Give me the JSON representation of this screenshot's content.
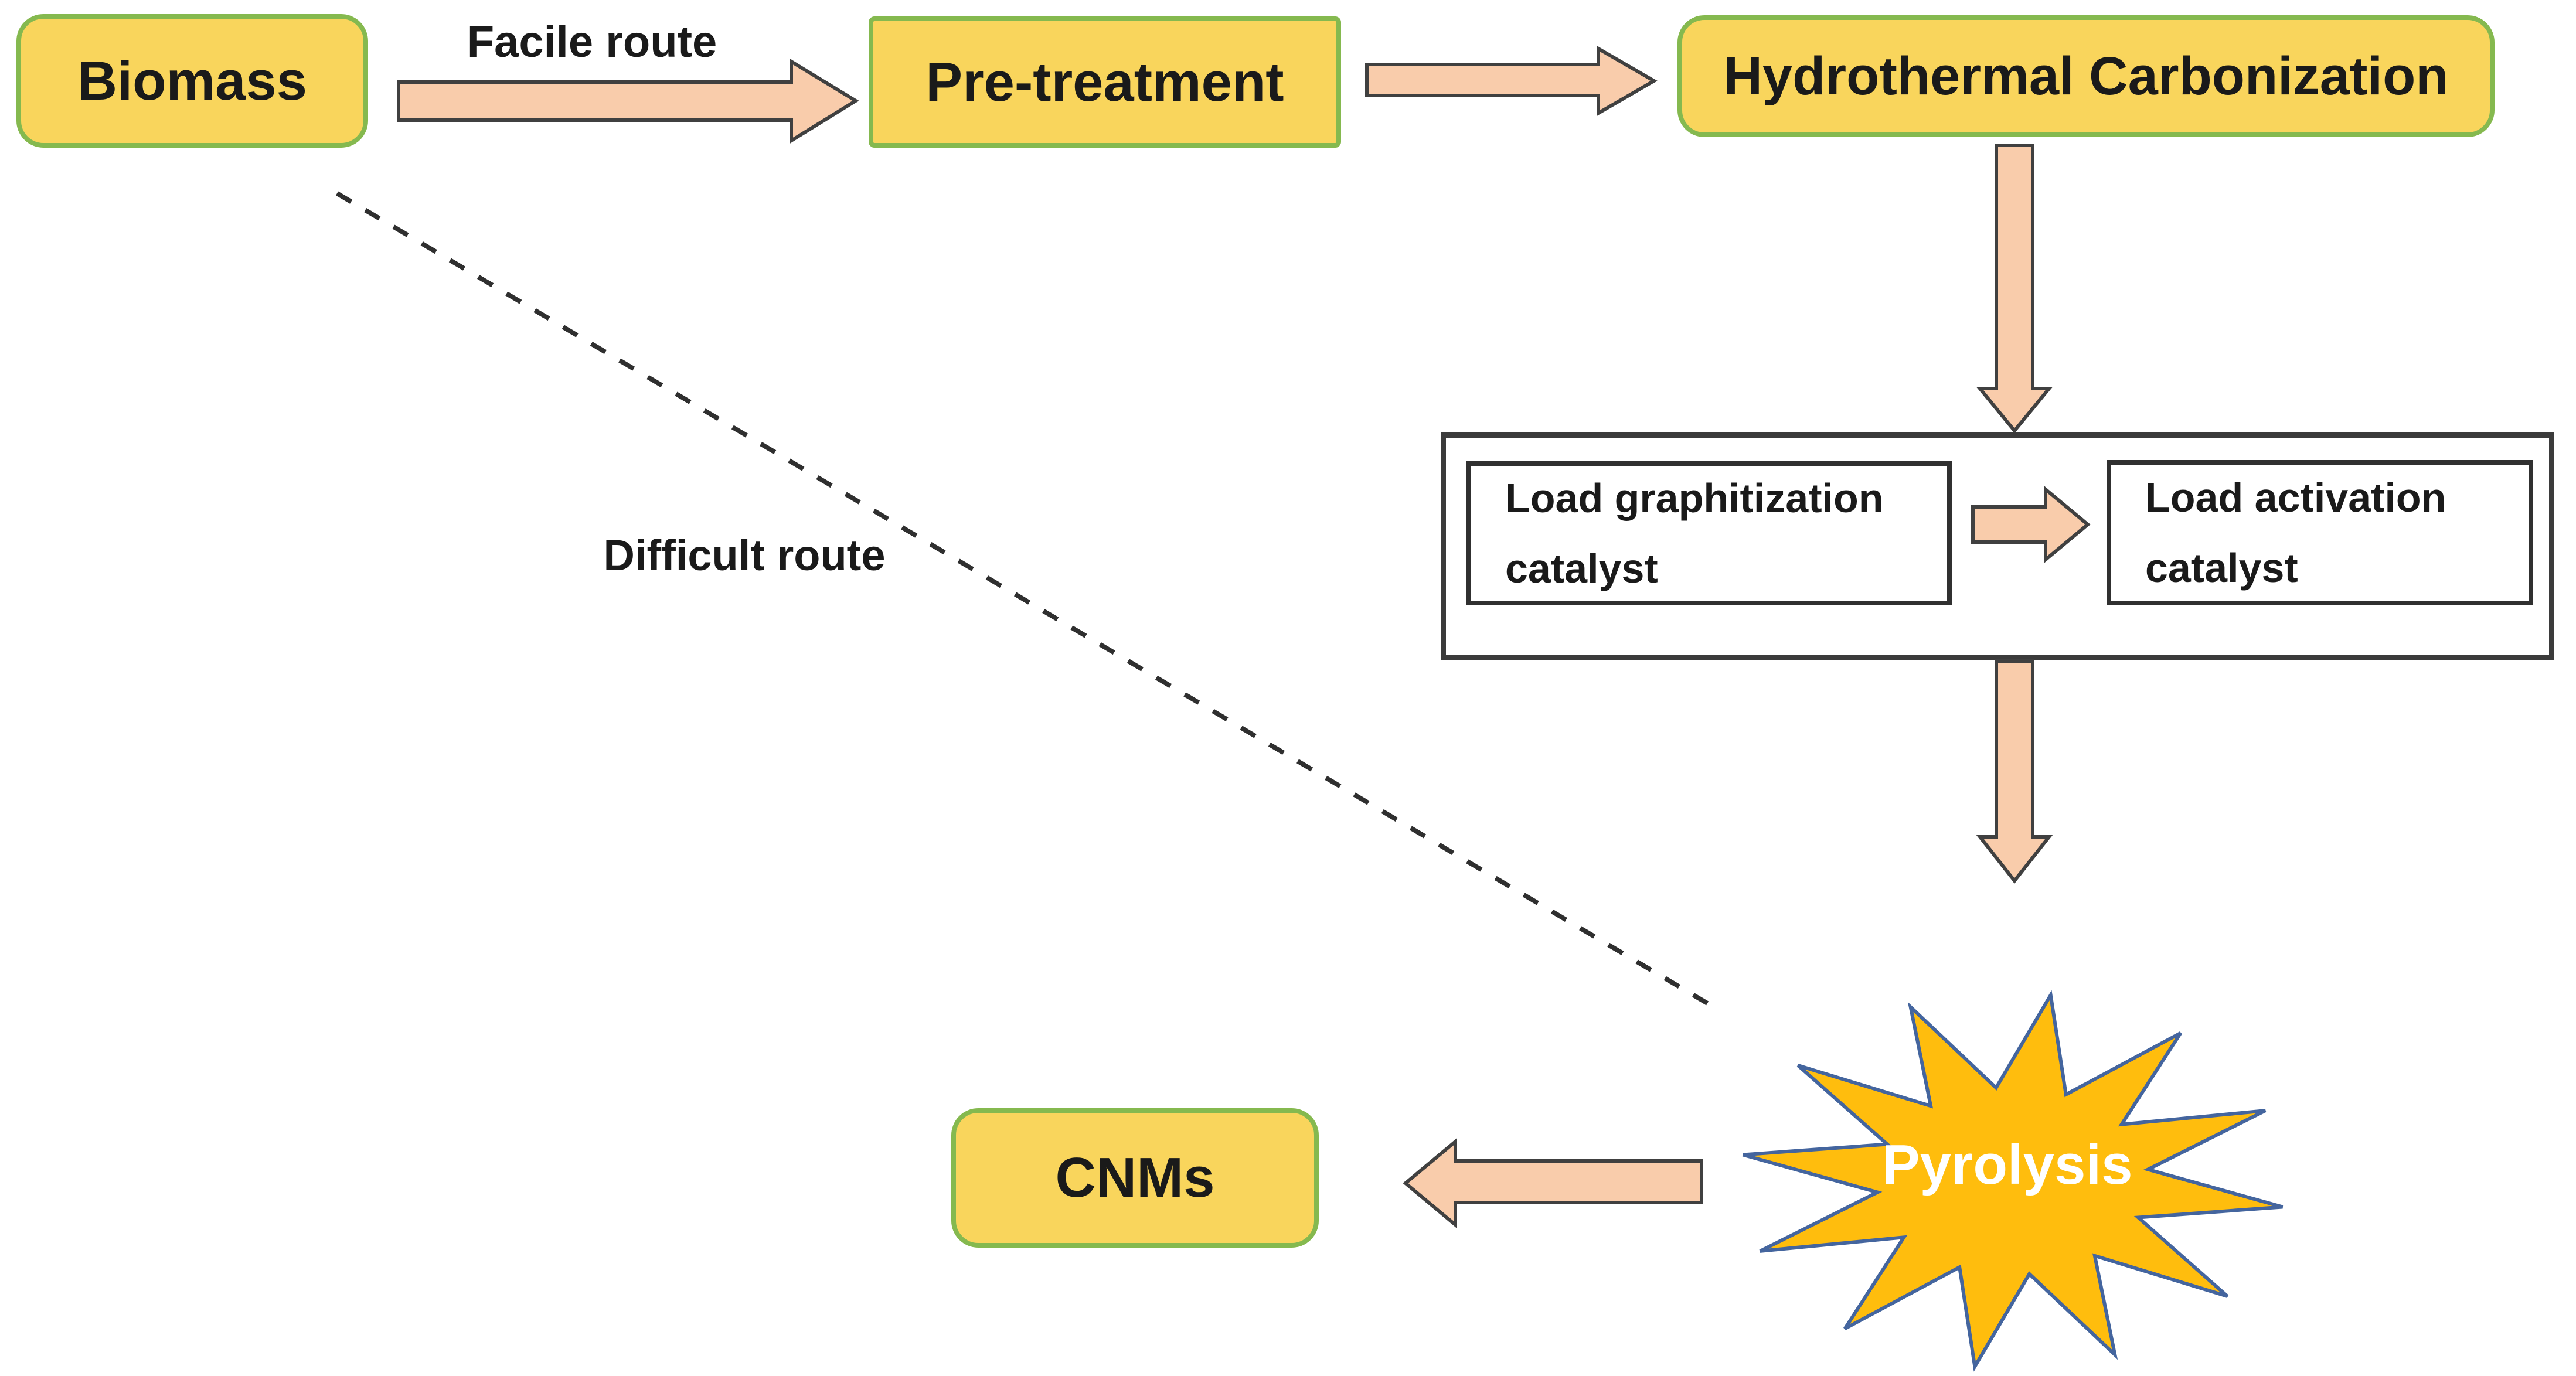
{
  "figure": {
    "nodes": {
      "biomass": "Biomass",
      "pretreatment": "Pre-treatment",
      "hydrothermal_carbonization": "Hydrothermal Carbonization",
      "load_graphitization_catalyst": "Load graphitization\ncatalyst",
      "load_activation_catalyst": "Load activation\ncatalyst",
      "pyrolysis": "Pyrolysis",
      "cnms": "CNMs"
    },
    "edge_labels": {
      "facile_route": "Facile route",
      "difficult_route": "Difficult route"
    },
    "colors": {
      "node_fill": "#F9D55C",
      "node_border": "#85B94F",
      "arrow_fill": "#F9CCAB",
      "arrow_stroke": "#404040",
      "container_border": "#3B3B3B",
      "inner_box_border": "#303030",
      "star_fill": "#FFBD0D",
      "star_stroke": "#44659E",
      "text_color": "#1A1A1A",
      "star_text_color": "#FFFFFF",
      "dash_color": "#2F2F2F",
      "background": "#FFFFFF"
    }
  }
}
